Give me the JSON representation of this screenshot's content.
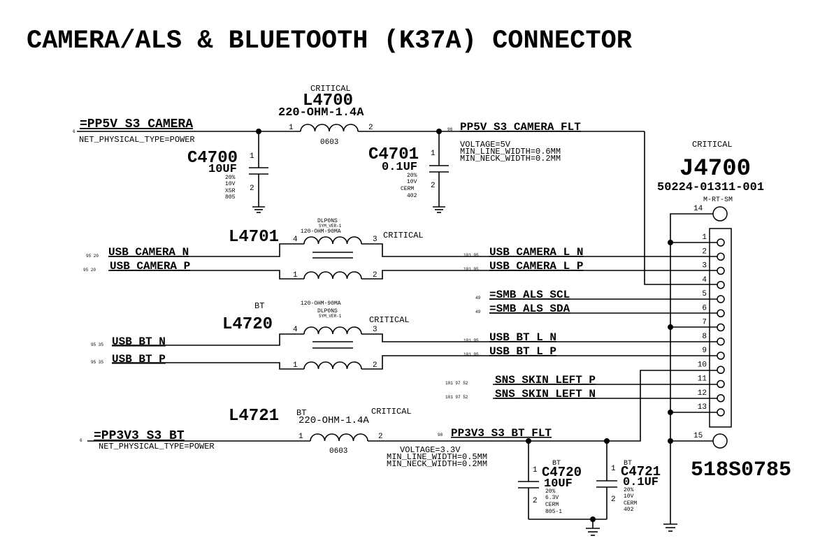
{
  "title": "CAMERA/ALS & BLUETOOTH (K37A) CONNECTOR",
  "nets": {
    "pp5v_cam": {
      "name": "=PP5V_S3_CAMERA",
      "page_ref": "6",
      "attr": "NET_PHYSICAL_TYPE=POWER"
    },
    "pp5v_cam_flt": {
      "name": "PP5V_S3_CAMERA_FLT",
      "page_ref": "98",
      "props": [
        "VOLTAGE=5V",
        "MIN_LINE_WIDTH=0.6MM",
        "MIN_NECK_WIDTH=0.2MM"
      ]
    },
    "usb_cam_n": {
      "name": "USB_CAMERA_N",
      "page_ref": "95 20"
    },
    "usb_cam_p": {
      "name": "USB_CAMERA_P",
      "page_ref": "95 20"
    },
    "usb_cam_l_n": {
      "name": "USB_CAMERA_L_N",
      "page_ref": "101 95"
    },
    "usb_cam_l_p": {
      "name": "USB_CAMERA_L_P",
      "page_ref": "101 95"
    },
    "smb_scl": {
      "name": "=SMB_ALS_SCL",
      "page_ref": "49"
    },
    "smb_sda": {
      "name": "=SMB_ALS_SDA",
      "page_ref": "49"
    },
    "usb_bt_n": {
      "name": "USB_BT_N",
      "page_ref": "95 35"
    },
    "usb_bt_p": {
      "name": "USB_BT_P",
      "page_ref": "95 35"
    },
    "usb_bt_l_n": {
      "name": "USB_BT_L_N",
      "page_ref": "101 95"
    },
    "usb_bt_l_p": {
      "name": "USB_BT_L_P",
      "page_ref": "101 95"
    },
    "sns_p": {
      "name": "SNS_SKIN_LEFT_P",
      "page_ref": "101 97 52"
    },
    "sns_n": {
      "name": "SNS_SKIN_LEFT_N",
      "page_ref": "101 97 52"
    },
    "pp3v3_bt": {
      "name": "=PP3V3_S3_BT",
      "page_ref": "6",
      "attr": "NET_PHYSICAL_TYPE=POWER"
    },
    "pp3v3_bt_flt": {
      "name": "PP3V3_S3_BT_FLT",
      "page_ref": "98",
      "props": [
        "VOLTAGE=3.3V",
        "MIN_LINE_WIDTH=0.5MM",
        "MIN_NECK_WIDTH=0.2MM"
      ]
    }
  },
  "components": {
    "L4700": {
      "ref": "L4700",
      "tag": "CRITICAL",
      "value": "220-OHM-1.4A",
      "package": "0603",
      "pins": [
        "1",
        "2"
      ]
    },
    "C4700": {
      "ref": "C4700",
      "value": "10UF",
      "specs": [
        "20%",
        "10V",
        "X5R",
        "805"
      ],
      "pins": [
        "1",
        "2"
      ]
    },
    "C4701": {
      "ref": "C4701",
      "value": "0.1UF",
      "specs": [
        "20%",
        "10V",
        "CERM",
        "402"
      ],
      "pins": [
        "1",
        "2"
      ]
    },
    "L4701": {
      "ref": "L4701",
      "tag": "CRITICAL",
      "value": "120-OHM-90MA",
      "package": "DLP0NS",
      "sym": "SYM_VER-1",
      "pins": [
        "4",
        "3",
        "1",
        "2"
      ]
    },
    "L4720": {
      "ref": "L4720",
      "option": "BT",
      "tag": "CRITICAL",
      "value": "120-OHM-90MA",
      "package": "DLP0NS",
      "sym": "SYM_VER-1",
      "pins": [
        "4",
        "3",
        "1",
        "2"
      ]
    },
    "L4721": {
      "ref": "L4721",
      "option": "BT",
      "tag": "CRITICAL",
      "value": "220-OHM-1.4A",
      "package": "0603",
      "pins": [
        "1",
        "2"
      ]
    },
    "C4720": {
      "ref": "C4720",
      "option": "BT",
      "value": "10UF",
      "specs": [
        "20%",
        "6.3V",
        "CERM",
        "805-1"
      ],
      "pins": [
        "1",
        "2"
      ]
    },
    "C4721": {
      "ref": "C4721",
      "option": "BT",
      "value": "0.1UF",
      "specs": [
        "20%",
        "10V",
        "CERM",
        "402"
      ],
      "pins": [
        "1",
        "2"
      ]
    },
    "J4700": {
      "ref": "J4700",
      "tag": "CRITICAL",
      "part": "50224-01311-001",
      "package": "M-RT-SM",
      "apn": "518S0785",
      "pins": [
        "1",
        "2",
        "3",
        "4",
        "5",
        "6",
        "7",
        "8",
        "9",
        "10",
        "11",
        "12",
        "13",
        "14",
        "15"
      ]
    }
  }
}
